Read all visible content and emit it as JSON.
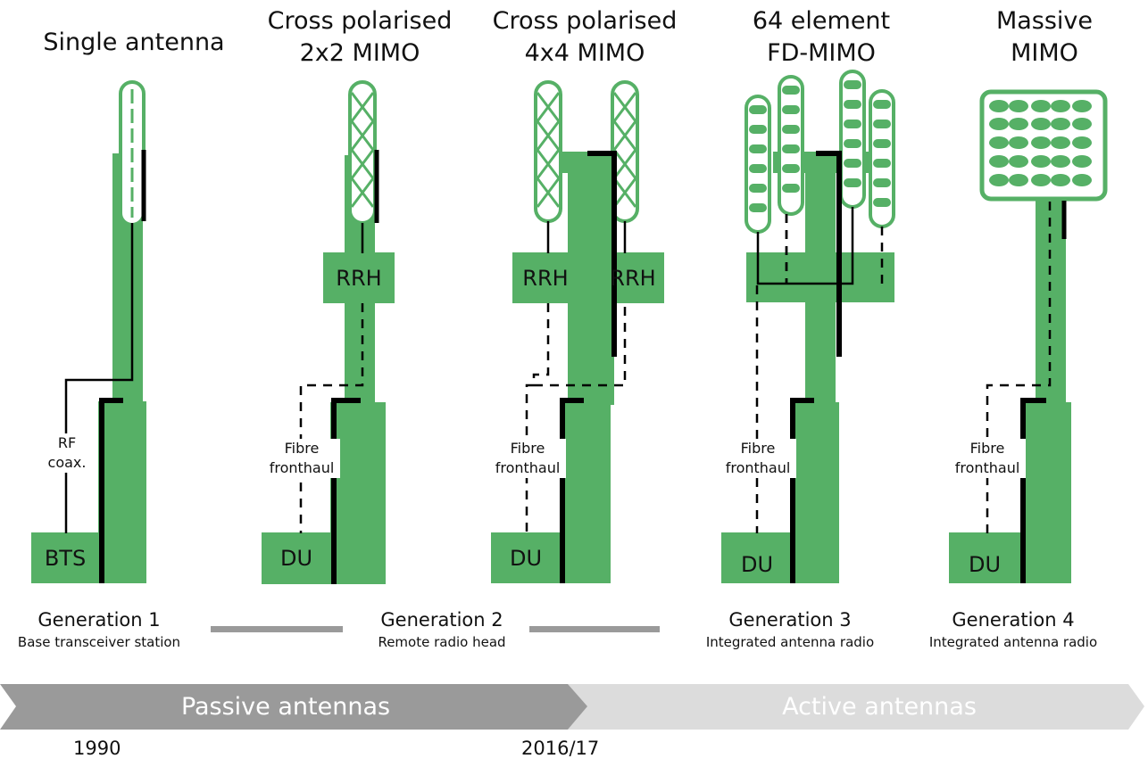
{
  "colors": {
    "green": "#56b066",
    "black": "#000000",
    "passive_gray": "#9a9a9a",
    "active_gray": "#dcdcdc",
    "divider_gray": "#9a9a9a"
  },
  "columns": [
    {
      "title": "Single antenna",
      "box_label": "BTS",
      "link_label": "RF\ncoax.",
      "generation": "Generation 1",
      "generation_sub": "Base transceiver station"
    },
    {
      "title": "Cross polarised\n2x2 MIMO",
      "rrh_labels": [
        "RRH"
      ],
      "box_label": "DU",
      "link_label": "Fibre\nfronthaul"
    },
    {
      "title": "Cross polarised\n4x4 MIMO",
      "rrh_labels": [
        "RRH",
        "RRH"
      ],
      "box_label": "DU",
      "link_label": "Fibre\nfronthaul",
      "generation": "Generation 2",
      "generation_sub": "Remote radio head"
    },
    {
      "title": "64 element\nFD-MIMO",
      "box_label": "DU",
      "link_label": "Fibre\nfronthaul",
      "generation": "Generation 3",
      "generation_sub": "Integrated antenna radio"
    },
    {
      "title": "Massive\nMIMO",
      "box_label": "DU",
      "link_label": "Fibre\nfronthaul",
      "generation": "Generation 4",
      "generation_sub": "Integrated antenna radio"
    }
  ],
  "timeline": {
    "passive_label": "Passive antennas",
    "active_label": "Active antennas",
    "year_start": "1990",
    "year_mid": "2016/17"
  }
}
